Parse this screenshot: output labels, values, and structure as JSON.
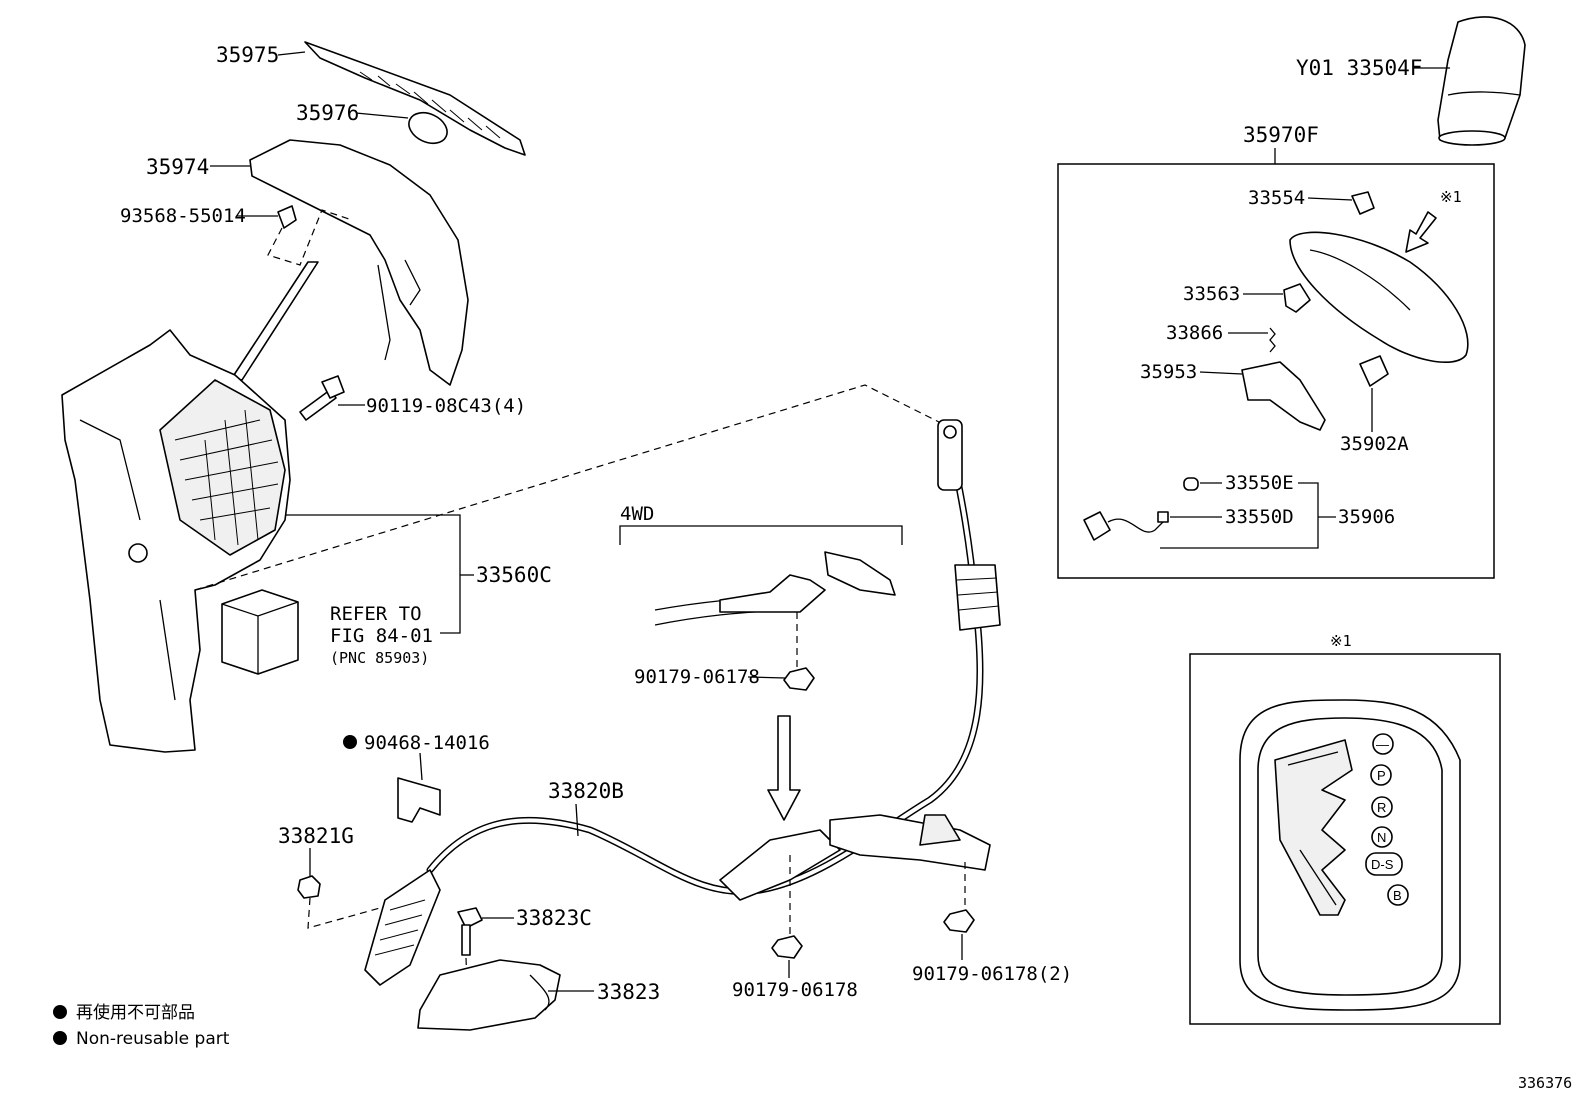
{
  "diagram": {
    "drawing_number": "336376",
    "part_labels": {
      "p35975": "35975",
      "p35976": "35976",
      "p35974": "35974",
      "p93568": "93568-55014",
      "p90119": "90119-08C43(4)",
      "p33560c": "33560C",
      "refer_line1": "REFER TO",
      "refer_line2": "FIG 84-01",
      "refer_line3": "(PNC 85903)",
      "p90468": "90468-14016",
      "p33820b": "33820B",
      "p33821g": "33821G",
      "p33823c": "33823C",
      "p33823": "33823",
      "p90179_a": "90179-06178",
      "p90179_b": "90179-06178",
      "p90179_c": "90179-06178(2)",
      "wd4": "4WD",
      "p33504f": "Y01 33504F",
      "p35970f": "35970F",
      "p33554": "33554",
      "p33563": "33563",
      "p33866": "33866",
      "p35953": "35953",
      "p35902a": "35902A",
      "p33550e": "33550E",
      "p33550d": "33550D",
      "p35906": "35906",
      "ref_mark_1": "※1",
      "ref_mark_2": "※1"
    },
    "gate_positions": [
      "—",
      "P",
      "R",
      "N",
      "D-S",
      "B"
    ],
    "legend": {
      "line_jp": "再使用不可部品",
      "line_en": "Non-reusable part"
    }
  }
}
